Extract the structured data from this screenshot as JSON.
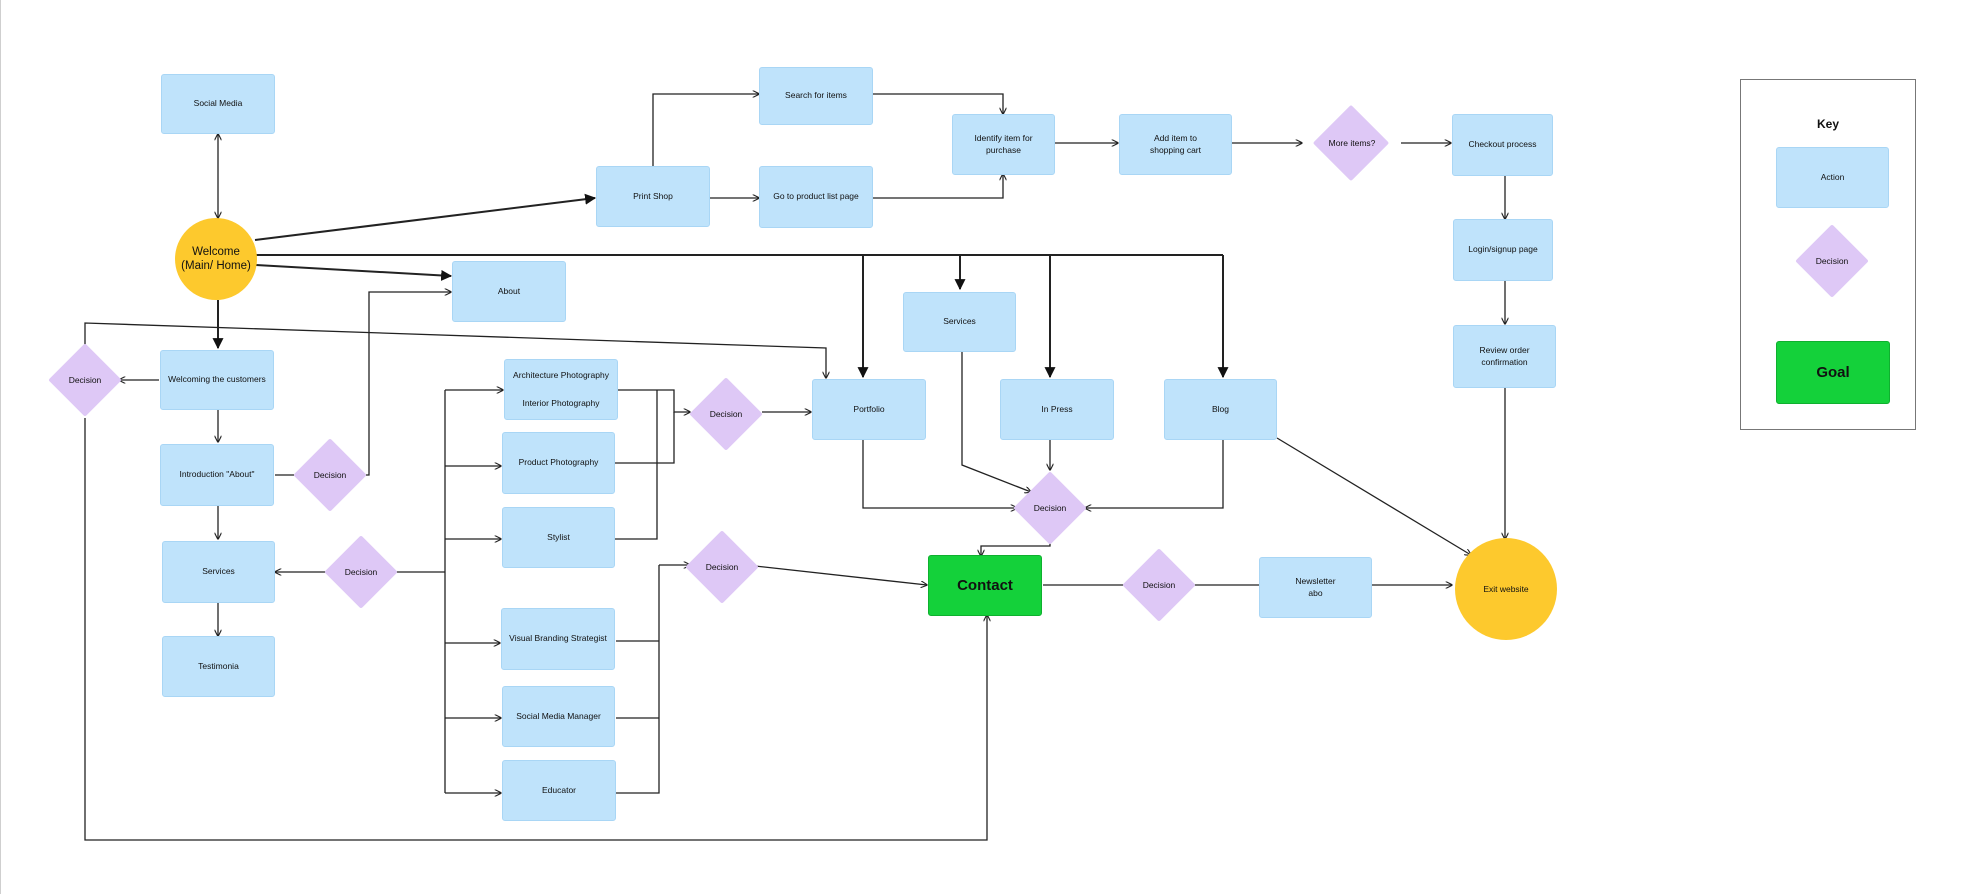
{
  "colors": {
    "action": "#bfe3fb",
    "decision": "#dec8f6",
    "terminal": "#fdc92d",
    "goal": "#14d13a",
    "line": "#222222"
  },
  "nodes": {
    "social_media": "Social Media",
    "welcome": "Welcome (Main/ Home)",
    "print_shop": "Print Shop",
    "search_items": "Search for items",
    "product_list": "Go to product list page",
    "identify_item": "Identify item for purchase",
    "add_cart": "Add item to shopping cart",
    "more_items": "More items?",
    "checkout": "Checkout process",
    "login": "Login/signup page",
    "review": "Review order confirmation",
    "about": "About",
    "welcoming": "Welcoming the customers",
    "intro_about": "Introduction \"About\"",
    "services_left": "Services",
    "testimonia": "Testimonia",
    "arch_photo": "Architecture Photography",
    "interior_photo": "Interior Photography",
    "product_photo": "Product Photography",
    "stylist": "Stylist",
    "visual_branding": "Visual Branding Strategist",
    "social_manager": "Social Media Manager",
    "educator": "Educator",
    "services_right": "Services",
    "portfolio": "Portfolio",
    "in_press": "In Press",
    "blog": "Blog",
    "contact": "Contact",
    "newsletter": "Newsletter abo",
    "exit": "Exit website",
    "decision": "Decision"
  },
  "key": {
    "title": "Key",
    "action": "Action",
    "decision": "Decision",
    "goal": "Goal"
  }
}
